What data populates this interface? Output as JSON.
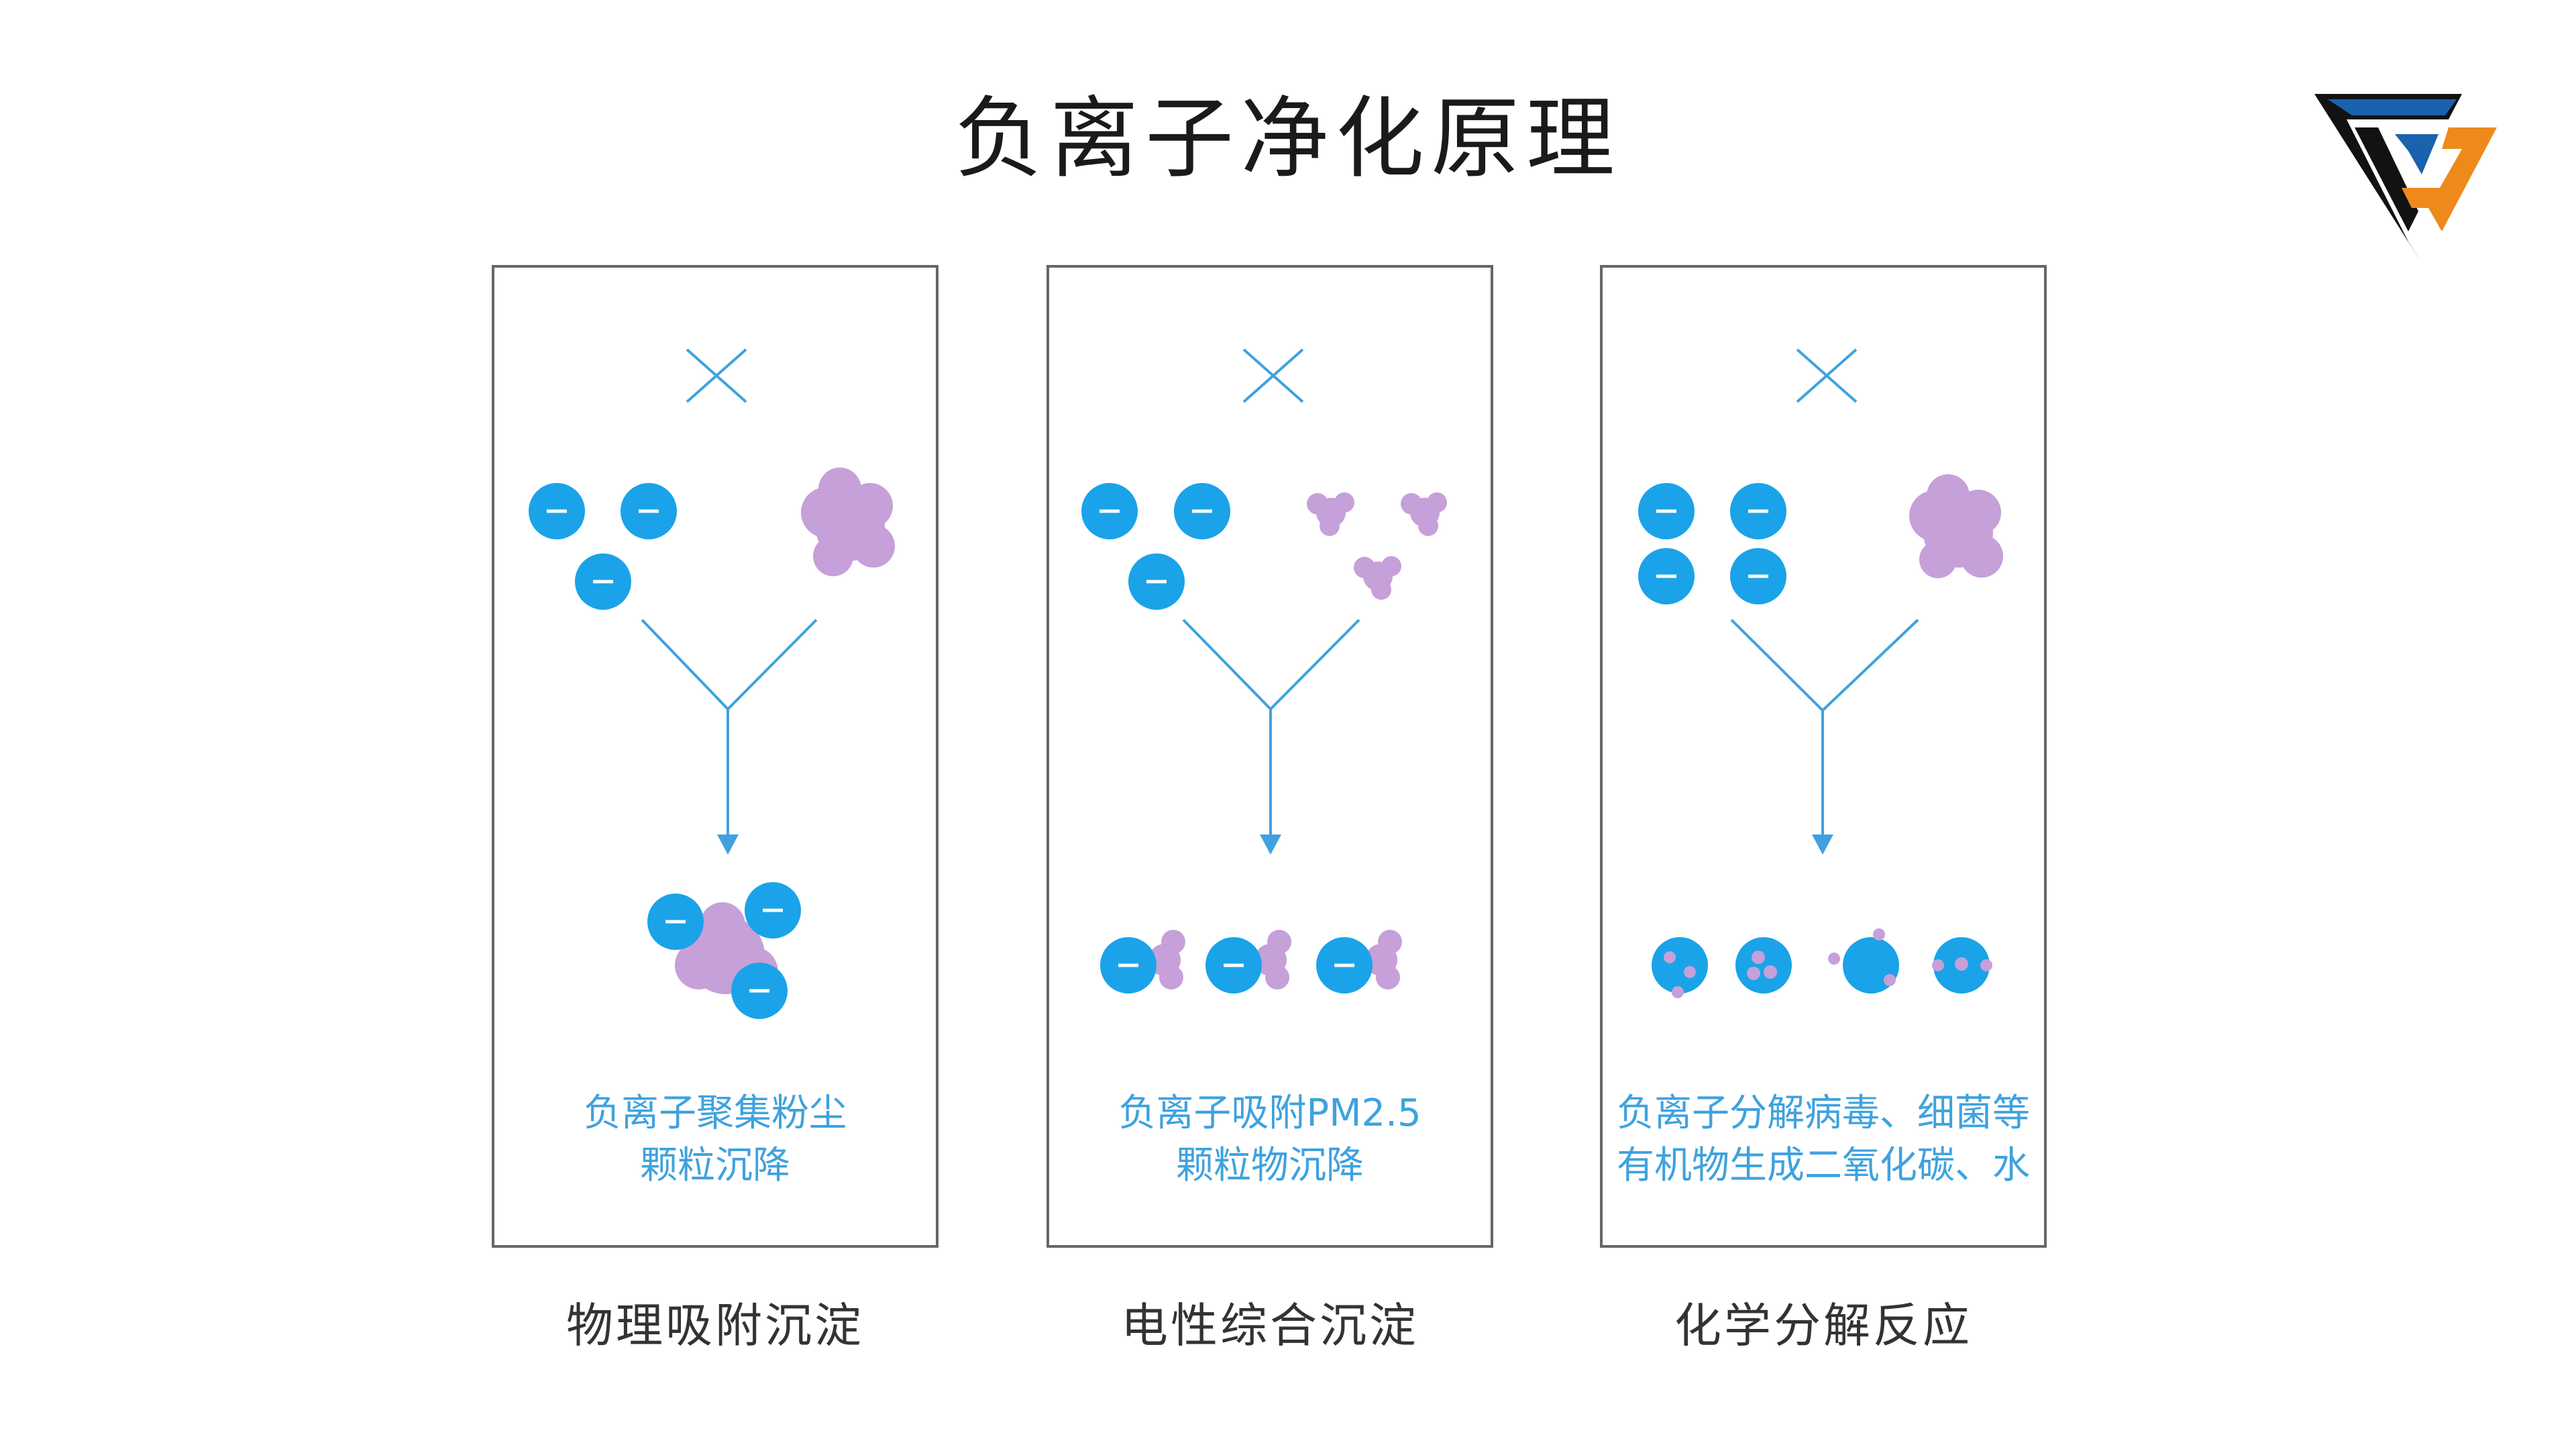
{
  "title": "负离子净化原理",
  "colors": {
    "ion": "#1aa3e8",
    "particle": "#c6a0d9",
    "line": "#3fa2de",
    "caption": "#3fa2de",
    "logo_dark": "#121212",
    "logo_blue": "#1a62ad",
    "logo_orange": "#ee8a1c"
  },
  "panels": [
    {
      "caption_lines": [
        "负离子聚集粉尘",
        "颗粒沉降"
      ],
      "label": "物理吸附沉淀"
    },
    {
      "caption_lines": [
        "负离子吸附PM2.5",
        "颗粒物沉降"
      ],
      "label": "电性综合沉淀"
    },
    {
      "caption_lines": [
        "负离子分解病毒、细菌等",
        "有机物生成二氧化碳、水"
      ],
      "label": "化学分解反应"
    }
  ],
  "ion_symbol": "−"
}
